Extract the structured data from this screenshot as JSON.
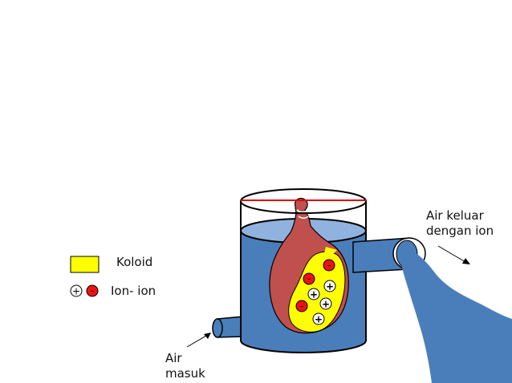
{
  "legend": {
    "koloid_label": "Koloid",
    "ion_label": "Ion- ion",
    "plus_sign": "+",
    "minus_sign": "-"
  },
  "labels": {
    "air_keluar": [
      "Air keluar",
      "dengan ion"
    ],
    "air_masuk": [
      "Air",
      "masuk"
    ]
  },
  "colors": {
    "water": "#4a7ebb",
    "water_surface": "#8fb3de",
    "colloid": "#ffff00",
    "membrane": "#c0504d",
    "negative_ion": "#ee1111",
    "lid_line": "#dd0000",
    "outline": "#000000"
  },
  "ion_signs": {
    "positive": "+",
    "negative": "-"
  }
}
